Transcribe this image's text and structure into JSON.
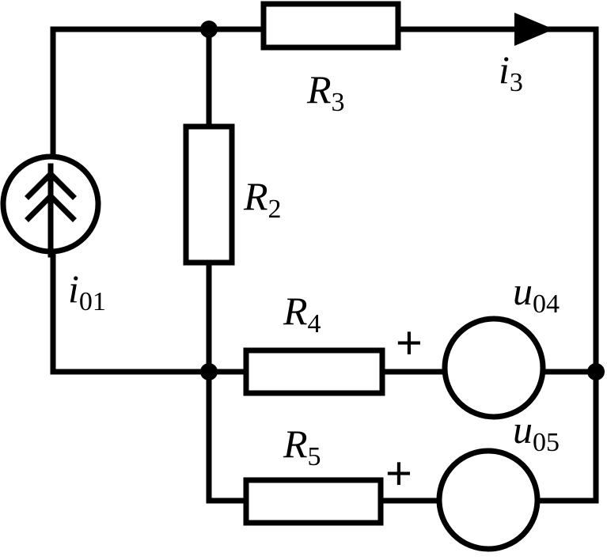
{
  "labels": {
    "i01": {
      "main": "i",
      "sub": "01"
    },
    "R2": {
      "main": "R",
      "sub": "2"
    },
    "R3": {
      "main": "R",
      "sub": "3"
    },
    "i3": {
      "main": "i",
      "sub": "3"
    },
    "R4": {
      "main": "R",
      "sub": "4"
    },
    "R5": {
      "main": "R",
      "sub": "5"
    },
    "u04": {
      "main": "u",
      "sub": "04"
    },
    "u05": {
      "main": "u",
      "sub": "05"
    }
  },
  "polarity": {
    "u04": "+",
    "u05": "+"
  }
}
